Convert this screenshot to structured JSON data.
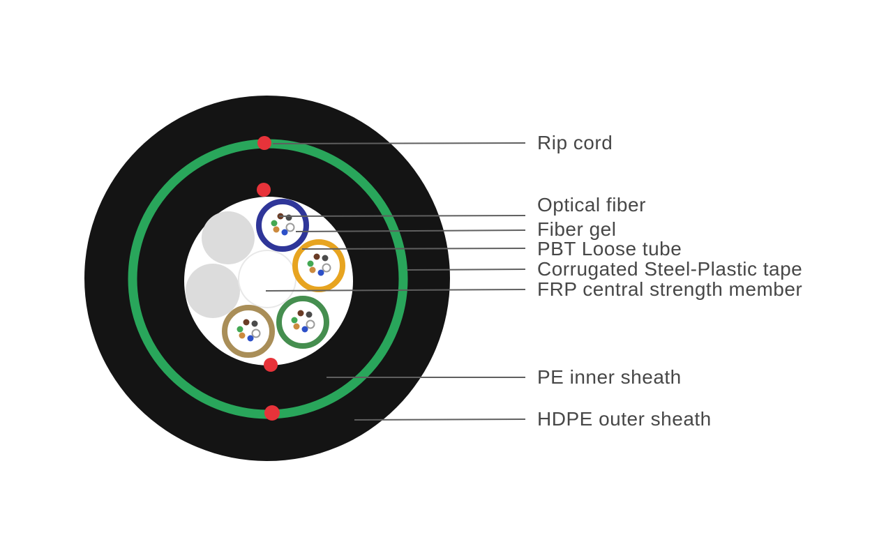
{
  "page": {
    "title": "Fiber optic cable cross-section diagram",
    "background": "#ffffff"
  },
  "diagram": {
    "type": "cable-cross-section",
    "labels": [
      {
        "text": "Rip cord"
      },
      {
        "text": "Optical fiber"
      },
      {
        "text": "Fiber gel"
      },
      {
        "text": "PBT Loose tube"
      },
      {
        "text": "Corrugated Steel-Plastic tape"
      },
      {
        "text": "FRP central strength member"
      },
      {
        "text": "PE inner sheath"
      },
      {
        "text": "HDPE outer sheath"
      }
    ],
    "colors": {
      "hdpe_outer_sheath": "#141414",
      "corrugated_tape_green": "#29a65b",
      "core_white": "#ffffff",
      "filler_gray": "#dcdcdc",
      "frp_border": "#e8e8e8",
      "rip_cord_red": "#e7333a",
      "loose_tubes": [
        "#2f3699",
        "#e7a420",
        "#458e4f",
        "#a98e58"
      ],
      "fibers": {
        "brown": "#6a3b25",
        "black": "#4b4b4b",
        "green": "#43a853",
        "orange": "#cc8a3e",
        "blue": "#2d50c8",
        "white_ring": "#9b9b9b"
      },
      "leader_line": "#5f5f5f",
      "label_text": "#474747"
    }
  }
}
